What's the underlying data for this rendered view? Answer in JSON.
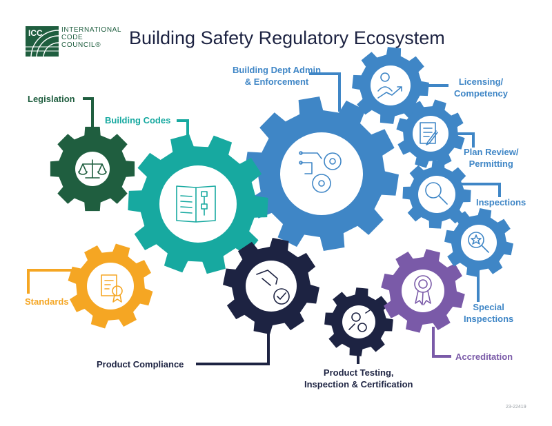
{
  "logo": {
    "mark": "ICC",
    "lines": [
      "INTERNATIONAL",
      "CODE",
      "COUNCIL®"
    ]
  },
  "title": "Building Safety Regulatory Ecosystem",
  "colors": {
    "dark_green": "#1f5e3f",
    "teal": "#17a9a0",
    "blue": "#3f86c6",
    "orange": "#f5a623",
    "navy": "#1d2342",
    "purple": "#7a5aa8"
  },
  "labels": {
    "legislation": [
      "Legislation"
    ],
    "building_codes": [
      "Building Codes"
    ],
    "building_dept": [
      "Building Dept Admin",
      "& Enforcement"
    ],
    "licensing": [
      "Licensing/",
      "Competency"
    ],
    "plan_review": [
      "Plan Review/",
      "Permitting"
    ],
    "inspections": [
      "Inspections"
    ],
    "special_inspections": [
      "Special",
      "Inspections"
    ],
    "accreditation": [
      "Accreditation"
    ],
    "product_testing": [
      "Product Testing,",
      "Inspection & Certification"
    ],
    "product_compliance": [
      "Product Compliance"
    ],
    "standards": [
      "Standards"
    ]
  },
  "icons": {
    "legislation": "scales-of-justice-icon",
    "building_codes": "code-book-flowchart-icon",
    "building_dept": "circuit-gears-icon",
    "licensing": "person-growth-chart-icon",
    "plan_review": "document-pen-icon",
    "inspections": "magnifying-glass-icon",
    "special_inspections": "magnifier-star-icon",
    "accreditation": "award-ribbon-icon",
    "product_testing": "connected-gears-icon",
    "product_compliance": "product-checkmark-icon",
    "standards": "certificate-badge-icon"
  },
  "footnote": "23-22419"
}
